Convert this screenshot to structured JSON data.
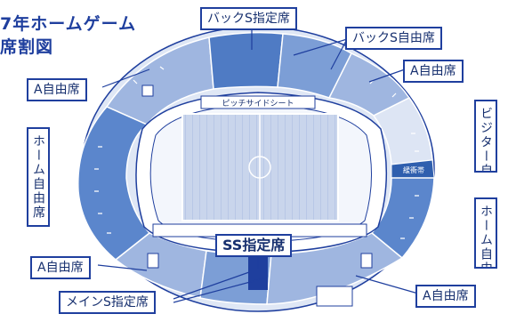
{
  "title": {
    "line1": "7年ホームゲーム",
    "line2": "席割図"
  },
  "labels": {
    "back_s_reserved": "バックS指定席",
    "back_s_free": "バックS自由席",
    "a_free_top_left": "A自由席",
    "a_free_top_right": "A自由席",
    "home_free": "ホーム自由席",
    "visitor_top": "ビジター自由席",
    "visitor_bottom": "ホーム自由席",
    "ss_reserved": "SS指定席",
    "a_free_bottom_left": "A自由席",
    "a_free_bottom_right": "A自由席",
    "main_s_reserved": "メインS指定席",
    "pitch_side_seat": "ピッチサイドシート",
    "buffer_zone": "緩衝帯"
  },
  "colors": {
    "title": "#1f3f9e",
    "border": "#1f3f9e",
    "light_seat": "#9fb6e0",
    "medium_seat": "#5b86cc",
    "dark_seat": "#2f5fae",
    "visitor_seat": "#dde5f4",
    "field": "#c9d5ec"
  }
}
